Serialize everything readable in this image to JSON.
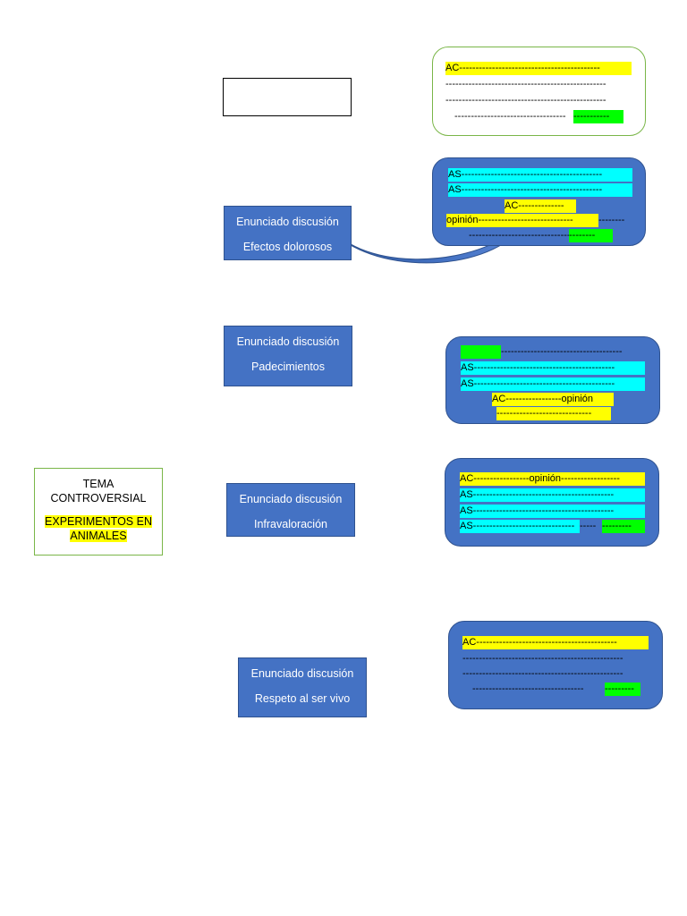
{
  "topic": {
    "line1": "TEMA",
    "line2": "CONTROVERSIAL",
    "highlight1": "EXPERIMENTOS EN",
    "highlight2": "ANIMALES"
  },
  "statements": [
    {
      "title": "Enunciado discusión",
      "subtitle": "Efectos dolorosos"
    },
    {
      "title": "Enunciado discusión",
      "subtitle": "Padecimientos"
    },
    {
      "title": "Enunciado discusión",
      "subtitle": "Infravaloración"
    },
    {
      "title": "Enunciado discusión",
      "subtitle": "Respeto al ser vivo"
    }
  ],
  "box1": {
    "l1": "AC-------------------------------------------",
    "l2": "-------------------------------------------------",
    "l3": "-------------------------------------------------",
    "l4a": "----------------------------------",
    "l4b": "-----------"
  },
  "box2": {
    "as1": "AS-------------------------------------------",
    "as2": "AS-------------------------------------------",
    "ac": "AC--------------",
    "op": "opinión-----------------------------",
    "op_tail": "--------",
    "l5a": "-------------------------------",
    "l5b": "--------"
  },
  "box3": {
    "l1b": "-------------------------------------",
    "as1": "AS-------------------------------------------",
    "as2": "AS-------------------------------------------",
    "ac": "AC-----------------opinión",
    "l5": "-----------------------------"
  },
  "box4": {
    "l1": "AC-----------------opinión------------------",
    "as1": "AS-------------------------------------------",
    "as2": "AS-------------------------------------------",
    "as3": "AS-------------------------------",
    "as3_tail": "-----",
    "green": "---------"
  },
  "box5": {
    "l1": "AC-------------------------------------------",
    "l2": "-------------------------------------------------",
    "l3": "-------------------------------------------------",
    "l4a": "----------------------------------",
    "l4b": "---------"
  }
}
